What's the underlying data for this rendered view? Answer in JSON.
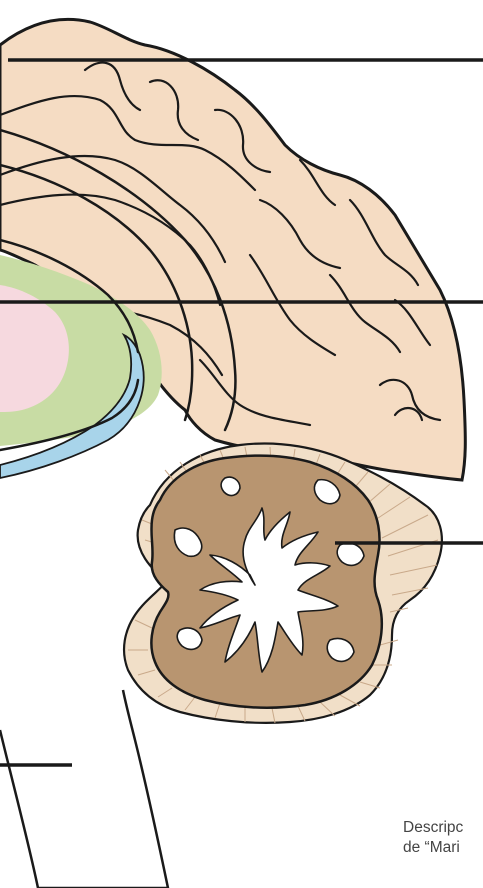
{
  "caption": {
    "line1": "Descripc",
    "line2": "de “Mari"
  },
  "colors": {
    "cerebrum": "#f5dcc3",
    "thalamus_region": "#c8dca4",
    "inner_region": "#f6d9df",
    "ventricle_edge": "#a8d4ea",
    "cerebellum_cortex": "#b89570",
    "cerebellum_surface": "#f1dfc8",
    "outline": "#1a1a1a"
  },
  "structures": [
    {
      "name": "cerebrum",
      "shown_by": "pale peach fill"
    },
    {
      "name": "thalamus-region",
      "shown_by": "green fill"
    },
    {
      "name": "inner-region",
      "shown_by": "pink fill"
    },
    {
      "name": "ventricle-edge",
      "shown_by": "blue fill"
    },
    {
      "name": "cerebellum",
      "shown_by": "brown folia with white matter tree"
    },
    {
      "name": "brainstem",
      "shown_by": "outlined white stalk"
    }
  ]
}
